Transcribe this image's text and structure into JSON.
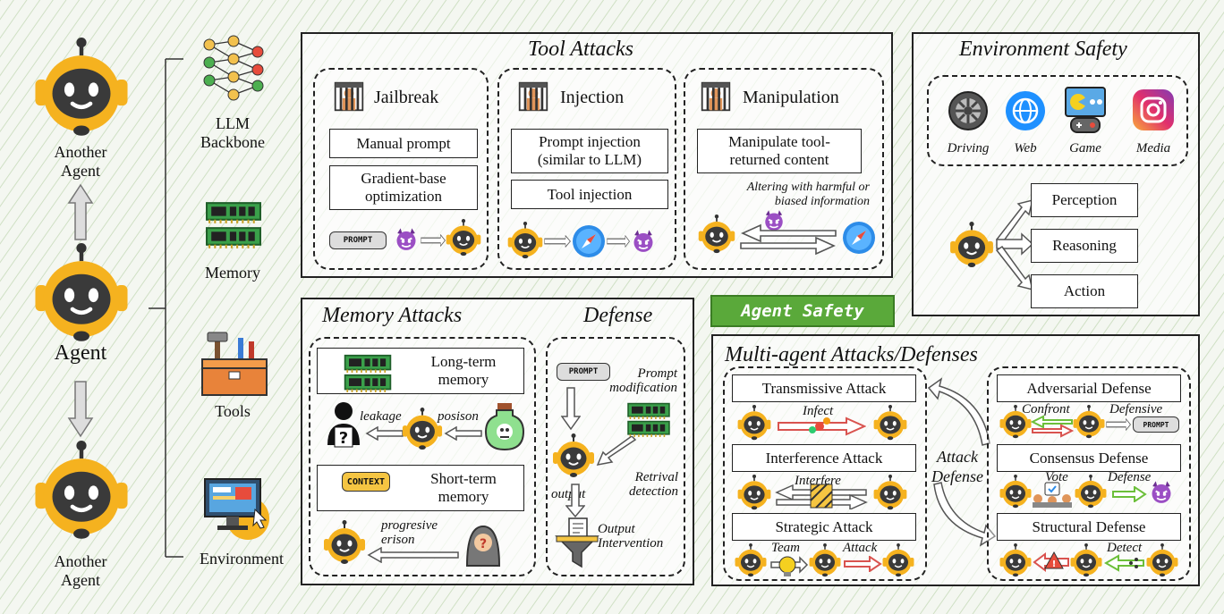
{
  "agents": {
    "top": "Another\nAgent",
    "middle": "Agent",
    "bottom": "Another\nAgent"
  },
  "components": {
    "llm": "LLM\nBackbone",
    "memory": "Memory",
    "tools": "Tools",
    "environment": "Environment"
  },
  "tool_attacks": {
    "title": "Tool Attacks",
    "jailbreak": {
      "label": "Jailbreak",
      "items": [
        "Manual prompt",
        "Gradient-base\noptimization"
      ],
      "prompt_tag": "PROMPT"
    },
    "injection": {
      "label": "Injection",
      "items": [
        "Prompt injection\n(similar to LLM)",
        "Tool injection"
      ]
    },
    "manipulation": {
      "label": "Manipulation",
      "items": [
        "Manipulate tool-\nreturned content"
      ],
      "note": "Altering with harmful or\nbiased information"
    }
  },
  "environment_safety": {
    "title": "Environment Safety",
    "envs": [
      "Driving",
      "Web",
      "Game",
      "Media"
    ],
    "stages": [
      "Perception",
      "Reasoning",
      "Action"
    ]
  },
  "badge": "Agent Safety",
  "memory_attacks": {
    "title": "Memory Attacks",
    "long_term": "Long-term\nmemory",
    "short_term": "Short-term\nmemory",
    "context_tag": "CONTEXT",
    "leakage": "leakage",
    "poison": "posison",
    "erosion": "progresive\nerison"
  },
  "defense": {
    "title": "Defense",
    "prompt_tag": "PROMPT",
    "prompt_mod": "Prompt\nmodification",
    "retrieval": "Retrival\ndetection",
    "output": "output",
    "intervention": "Output\nIntervention"
  },
  "multi_agent": {
    "title": "Multi-agent Attacks/Defenses",
    "attacks": [
      "Transmissive Attack",
      "Interference Attack",
      "Strategic Attack"
    ],
    "defenses": [
      "Adversarial Defense",
      "Consensus Defense",
      "Structural Defense"
    ],
    "mid_label": "Attack\nDefense",
    "infect": "Infect",
    "interfere": "Interfere",
    "team": "Team",
    "attack": "Attack",
    "confront": "Confront",
    "defensive": "Defensive",
    "vote": "Vote",
    "defense": "Defense",
    "detect": "Detect",
    "prompt_tag": "PROMPT"
  },
  "colors": {
    "robot": "#f5b21f",
    "robot_face": "#3a3a3a",
    "badge": "#5aa93a",
    "devil": "#8e44ad",
    "arrow_red": "#d9534f",
    "arrow_green": "#6cbf3a"
  }
}
